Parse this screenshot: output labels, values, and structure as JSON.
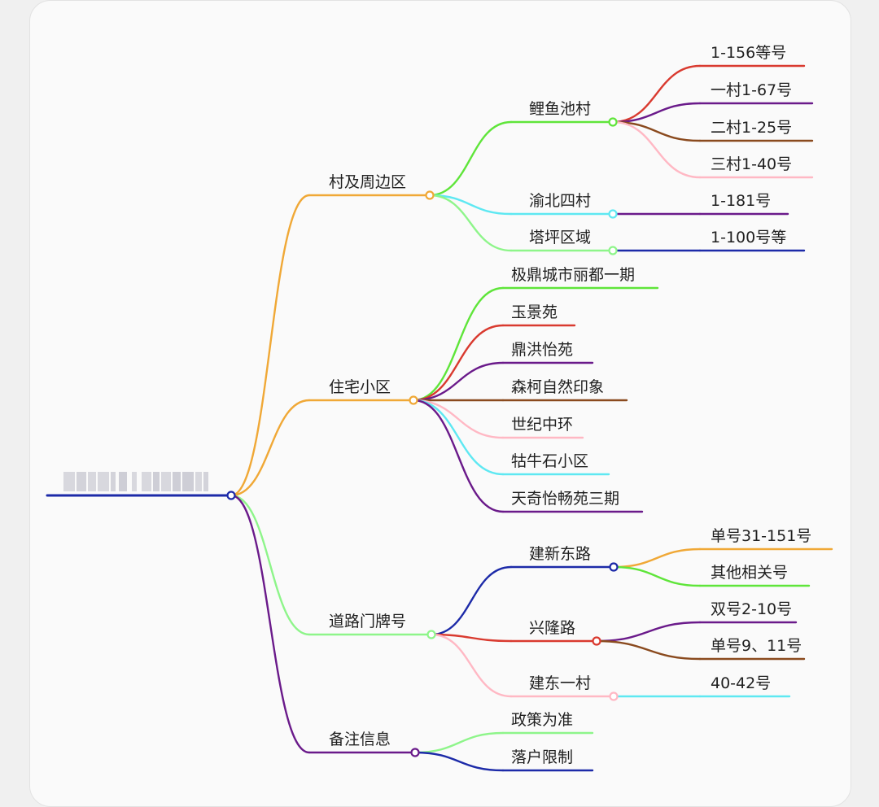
{
  "colors": {
    "background": "#f0f0f0",
    "card": "#fafafa",
    "text": "#1f1f1f",
    "root_line": "#1c2aa8",
    "orange": "#f0a836",
    "green": "#5fe53a",
    "light_green": "#8ef58a",
    "cyan": "#5ee8f2",
    "red": "#d93a2f",
    "purple": "#6a1a8a",
    "brown": "#8a4a1e",
    "pink": "#ffb8c4",
    "navy": "#1c2aa8"
  },
  "root": {
    "label_redacted": true
  },
  "branches": [
    {
      "label": "村及周边区",
      "color": "orange",
      "children": [
        {
          "label": "鲤鱼池村",
          "color": "green",
          "children": [
            {
              "label": "1-156等号",
              "color": "red"
            },
            {
              "label": "一村1-67号",
              "color": "purple"
            },
            {
              "label": "二村1-25号",
              "color": "brown"
            },
            {
              "label": "三村1-40号",
              "color": "pink"
            }
          ]
        },
        {
          "label": "渝北四村",
          "color": "cyan",
          "children": [
            {
              "label": "1-181号",
              "color": "purple"
            }
          ]
        },
        {
          "label": "塔坪区域",
          "color": "light_green",
          "children": [
            {
              "label": "1-100号等",
              "color": "navy"
            }
          ]
        }
      ]
    },
    {
      "label": "住宅小区",
      "color": "orange",
      "children": [
        {
          "label": "极鼎城市丽都一期",
          "color": "green"
        },
        {
          "label": "玉景苑",
          "color": "red"
        },
        {
          "label": "鼎洪怡苑",
          "color": "purple"
        },
        {
          "label": "森柯自然印象",
          "color": "brown"
        },
        {
          "label": "世纪中环",
          "color": "pink"
        },
        {
          "label": "牯牛石小区",
          "color": "cyan"
        },
        {
          "label": "天奇怡畅苑三期",
          "color": "purple"
        }
      ]
    },
    {
      "label": "道路门牌号",
      "color": "light_green",
      "children": [
        {
          "label": "建新东路",
          "color": "navy",
          "children": [
            {
              "label": "单号31-151号",
              "color": "orange"
            },
            {
              "label": "其他相关号",
              "color": "green"
            }
          ]
        },
        {
          "label": "兴隆路",
          "color": "red",
          "children": [
            {
              "label": "双号2-10号",
              "color": "purple"
            },
            {
              "label": "单号9、11号",
              "color": "brown"
            }
          ]
        },
        {
          "label": "建东一村",
          "color": "pink",
          "children": [
            {
              "label": "40-42号",
              "color": "cyan"
            }
          ]
        }
      ]
    },
    {
      "label": "备注信息",
      "color": "purple",
      "children": [
        {
          "label": "政策为准",
          "color": "light_green"
        },
        {
          "label": "落户限制",
          "color": "navy"
        }
      ]
    }
  ]
}
